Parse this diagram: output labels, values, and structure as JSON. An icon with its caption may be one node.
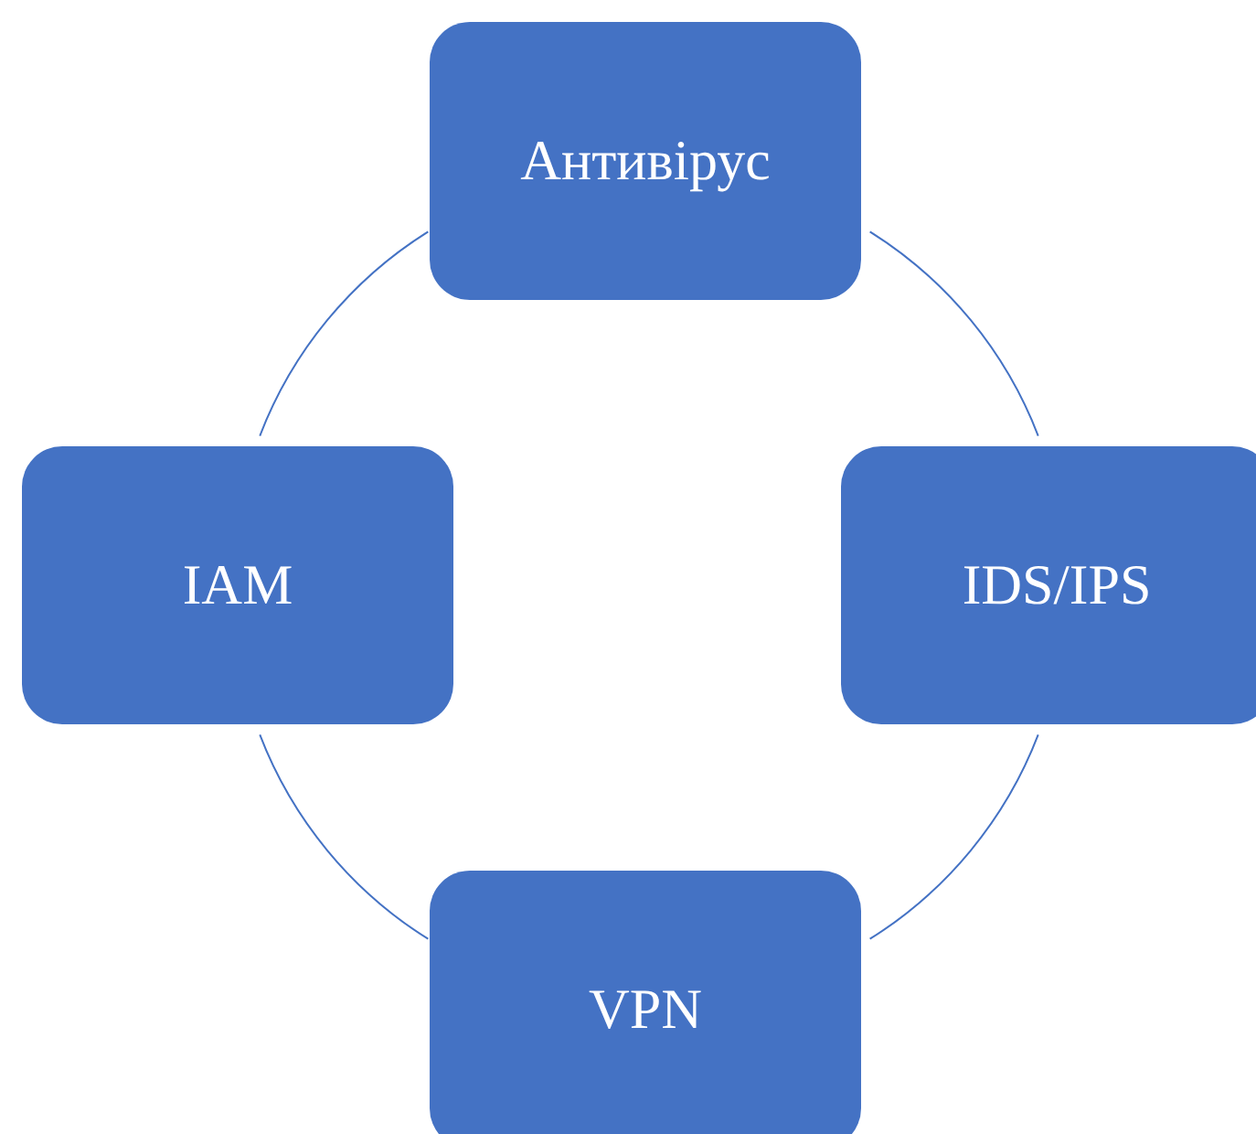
{
  "diagram": {
    "nodes": [
      {
        "text": [
          "Антивірус"
        ]
      },
      {
        "text": [
          "IAM"
        ]
      },
      {
        "text": [
          "IDS/IPS"
        ]
      },
      {
        "text": [
          "VPN"
        ]
      }
    ],
    "edges": [
      {
        "from": 0,
        "to": 2,
        "arrow": "none"
      },
      {
        "from": 2,
        "to": 3,
        "arrow": "none"
      },
      {
        "from": 3,
        "to": 1,
        "arrow": "none"
      },
      {
        "from": 1,
        "to": 0,
        "arrow": "none"
      }
    ]
  }
}
